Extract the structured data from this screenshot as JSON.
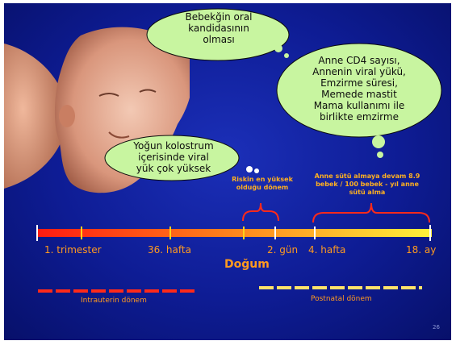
{
  "clouds": {
    "oral_candidiasis": [
      "Bebekğin oral",
      "kandidasının",
      "olması"
    ],
    "risk_factors": [
      "Anne CD4 sayısı,",
      "Annenin viral yükü,",
      "Emzirme süresi,",
      "Memede mastit",
      "Mama kullanımı ile",
      "birlikte emzirme"
    ],
    "colostrum": [
      "Yoğun kolostrum",
      "içerisinde viral",
      "yük çok yüksek"
    ]
  },
  "notes": {
    "highest_risk": [
      "Riskin en yüksek",
      "olduğu dönem"
    ],
    "continued_breastfeeding": [
      "Anne sütü almaya devam 8.9",
      "bebek / 100 bebek - yıl anne",
      "sütü alma"
    ]
  },
  "timeline": {
    "labels": [
      "1. trimester",
      "36. hafta",
      "2. gün",
      "4. hafta",
      "18. ay"
    ],
    "birth": "Doğum"
  },
  "periods": {
    "intrauterine": "Intrauterin dönem",
    "postnatal": "Postnatal dönem"
  },
  "page_number": "26",
  "colors": {
    "background": "#0e1c94",
    "cloud_fill": "#c8f5a0",
    "label_orange": "#ff9a1f",
    "intrauterine_line": "#ff2a1a",
    "postnatal_line": "#ffe36a"
  }
}
